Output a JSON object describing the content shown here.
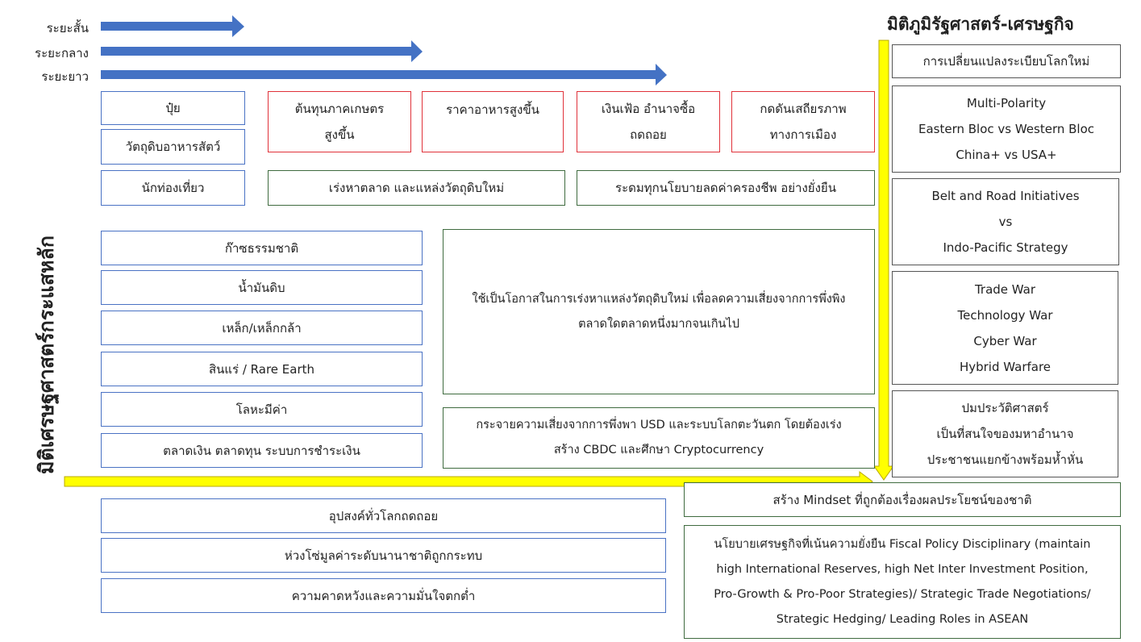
{
  "timeline": {
    "short_term": "ระยะสั้น",
    "medium_term": "ระยะกลาง",
    "long_term": "ระยะยาว"
  },
  "right_title": "มิติภูมิรัฐศาสตร์-เศรษฐกิจ",
  "left_title": "มิติเศรษฐศาสตร์กระแสหลัก",
  "top_row": {
    "fertilizer": "ปุ๋ย",
    "animal_feed": "วัตถุดิบอาหารสัตว์",
    "tourists": "นักท่องเที่ยว",
    "farm_cost_1": "ต้นทุนภาคเกษตร",
    "farm_cost_2": "สูงขึ้น",
    "food_price": "ราคาอาหารสูงขึ้น",
    "inflation_1": "เงินเฟ้อ อำนาจซื้อ",
    "inflation_2": "ถดถอย",
    "political_1": "กดดันเสถียรภาพ",
    "political_2": "ทางการเมือง",
    "new_markets": "เร่งหาตลาด และแหล่งวัตถุดิบใหม่",
    "cost_policy": "ระดมทุกนโยบายลดค่าครองชีพ อย่างยั่งยืน"
  },
  "commodities": [
    "ก๊าซธรรมชาติ",
    "น้ำมันดิบ",
    "เหล็ก/เหล็กกล้า",
    "สินแร่ / Rare Earth",
    "โลหะมีค่า",
    "ตลาดเงิน ตลาดทุน ระบบการชำระเงิน"
  ],
  "opportunity": {
    "line1": "ใช้เป็นโอกาสในการเร่งหาแหล่งวัตถุดิบใหม่ เพื่อลดความเสี่ยงจากการพึ่งพิง",
    "line2": "ตลาดใดตลาดหนึ่งมากจนเกินไป"
  },
  "diversify": {
    "line1": "กระจายความเสี่ยงจากการพึ่งพา USD และระบบโลกตะวันตก โดยต้องเร่ง",
    "line2": "สร้าง CBDC และศึกษา Cryptocurrency"
  },
  "geo": {
    "new_order": "การเปลี่ยนแปลงระเบียบโลกใหม่",
    "polarity": [
      "Multi-Polarity",
      "Eastern Bloc vs Western Bloc",
      "China+ vs USA+"
    ],
    "bri": [
      "Belt and Road Initiatives",
      "vs",
      "Indo-Pacific Strategy"
    ],
    "wars": [
      "Trade War",
      "Technology War",
      "Cyber War",
      "Hybrid Warfare"
    ],
    "history": [
      "ปมประวัติศาสตร์",
      "เป็นที่สนใจของมหาอำนาจ",
      "ประชาชนแยกข้างพร้อมห้ำหั่น"
    ]
  },
  "bottom": {
    "demand": "อุปสงค์ทั่วโลกถดถอย",
    "supply_chain": "ห่วงโซ่มูลค่าระดับนานาชาติถูกกระทบ",
    "confidence": "ความคาดหวังและความมั่นใจตกต่ำ",
    "mindset": "สร้าง Mindset ที่ถูกต้องเรื่องผลประโยชน์ของชาติ",
    "policy": [
      "นโยบายเศรษฐกิจที่เน้นความยั่งยืน Fiscal Policy Disciplinary (maintain",
      "high International Reserves, high Net Inter Investment Position,",
      "Pro-Growth & Pro-Poor Strategies)/ Strategic Trade Negotiations/",
      "Strategic Hedging/ Leading Roles in ASEAN"
    ]
  },
  "colors": {
    "timeline_arrow": "#4472c4",
    "axis_arrow": "#ffff00",
    "impact_border": "#e0323a",
    "response_border": "#3f6b3f",
    "input_border": "#4a72c4"
  }
}
